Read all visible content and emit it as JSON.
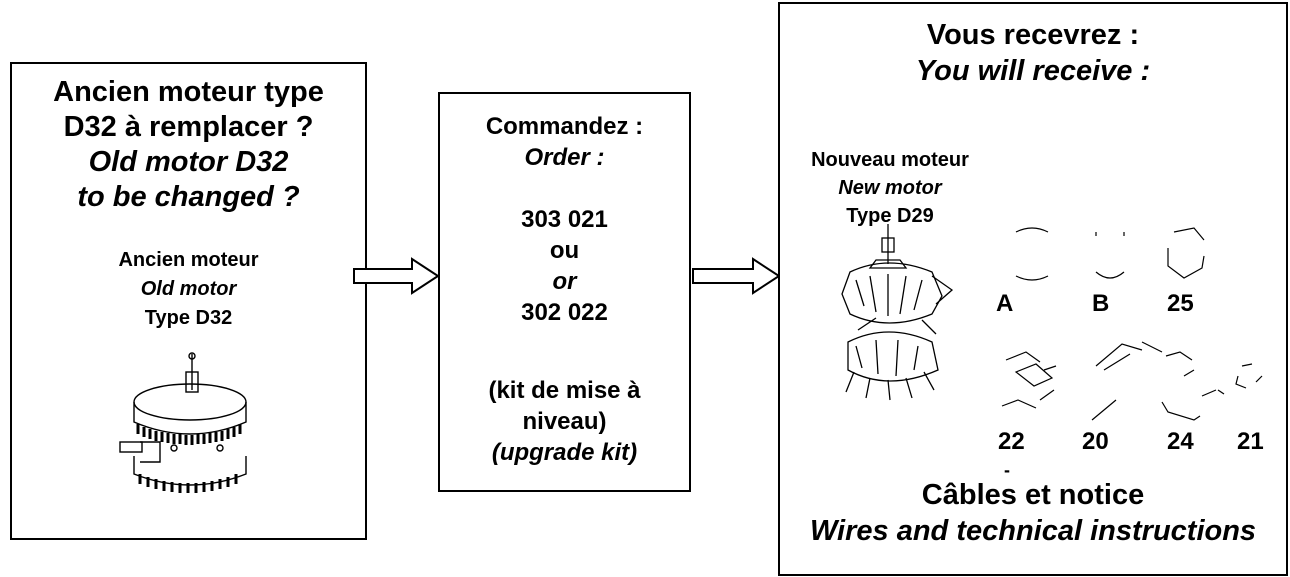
{
  "left_box": {
    "title_fr_line1": "Ancien moteur type",
    "title_fr_line2": "D32 à remplacer ?",
    "title_en_line1": "Old motor D32",
    "title_en_line2": "to be changed ?",
    "label_fr": "Ancien moteur",
    "label_en": "Old motor",
    "label_type": "Type D32",
    "image_icon": "old-motor-d32-illustration"
  },
  "middle_box": {
    "heading_fr": "Commandez :",
    "heading_en": "Order :",
    "ref_1": "303 021",
    "ou": "ou",
    "or": "or",
    "ref_2": "302 022",
    "kit_fr_line1": "(kit de mise à",
    "kit_fr_line2": "niveau)",
    "kit_en": "(upgrade kit)"
  },
  "right_box": {
    "heading_fr": "Vous recevrez :",
    "heading_en": "You will receive :",
    "motor_label_fr": "Nouveau moteur",
    "motor_label_en": "New motor",
    "motor_label_type": "Type D29",
    "image_icon": "new-motor-d29-illustration",
    "parts": [
      "A",
      "B",
      "25",
      "22",
      "20",
      "24",
      "21"
    ],
    "dash": "-",
    "footer_fr": "Câbles et notice",
    "footer_en": "Wires and technical instructions"
  },
  "arrows": [
    "arrow-right-icon",
    "arrow-right-icon"
  ]
}
